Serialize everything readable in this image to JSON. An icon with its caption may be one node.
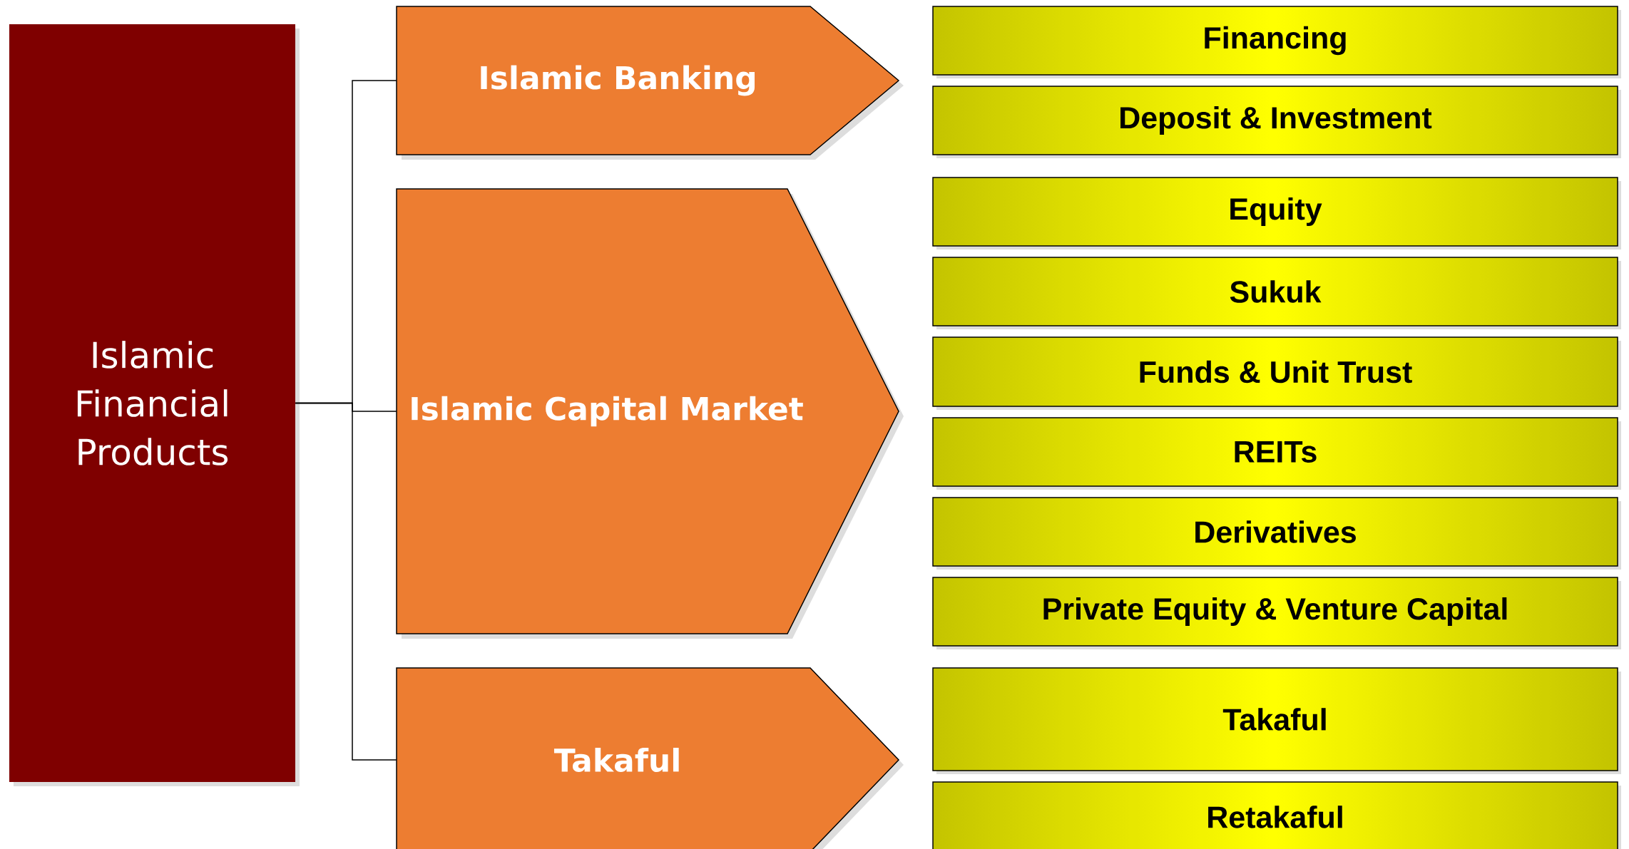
{
  "diagram": {
    "nodes": [
      {
        "text": [
          "Islamic Financial Products"
        ]
      },
      {
        "text": [
          "Islamic Banking"
        ]
      },
      {
        "text": [
          "Islamic Capital Market"
        ]
      },
      {
        "text": [
          "Takaful"
        ]
      },
      {
        "text": [
          "Financing"
        ]
      },
      {
        "text": [
          "Deposit & Investment"
        ]
      },
      {
        "text": [
          "Equity"
        ]
      },
      {
        "text": [
          "Sukuk"
        ]
      },
      {
        "text": [
          "Funds & Unit Trust"
        ]
      },
      {
        "text": [
          "REITs"
        ]
      },
      {
        "text": [
          "Derivatives"
        ]
      },
      {
        "text": [
          "Private Equity & Venture Capital"
        ]
      },
      {
        "text": [
          "Takaful"
        ]
      },
      {
        "text": [
          "Retakaful"
        ]
      }
    ],
    "edges": [
      {
        "from": 0,
        "to": 1,
        "arrow": "none"
      },
      {
        "from": 0,
        "to": 2,
        "arrow": "none"
      },
      {
        "from": 0,
        "to": 3,
        "arrow": "none"
      }
    ]
  }
}
